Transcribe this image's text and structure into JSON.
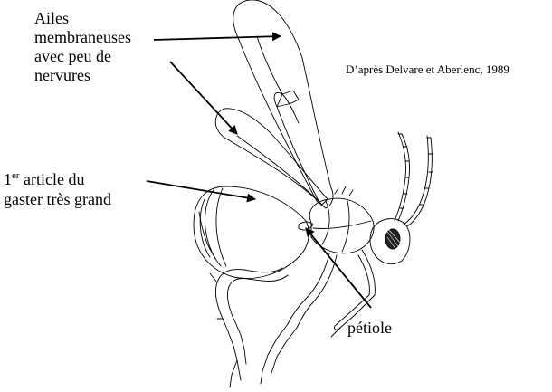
{
  "labels": {
    "wings": [
      "Ailes",
      "membraneuses",
      "avec peu de",
      "nervures"
    ],
    "gaster_prefix": "1",
    "gaster_sup": "er",
    "gaster_line1_rest": " article du",
    "gaster_line2": "gaster très grand",
    "petiole": "pétiole",
    "credit": "D’après Delvare et Aberlenc, 1989"
  },
  "colors": {
    "ink": "#000000",
    "background": "#ffffff"
  }
}
